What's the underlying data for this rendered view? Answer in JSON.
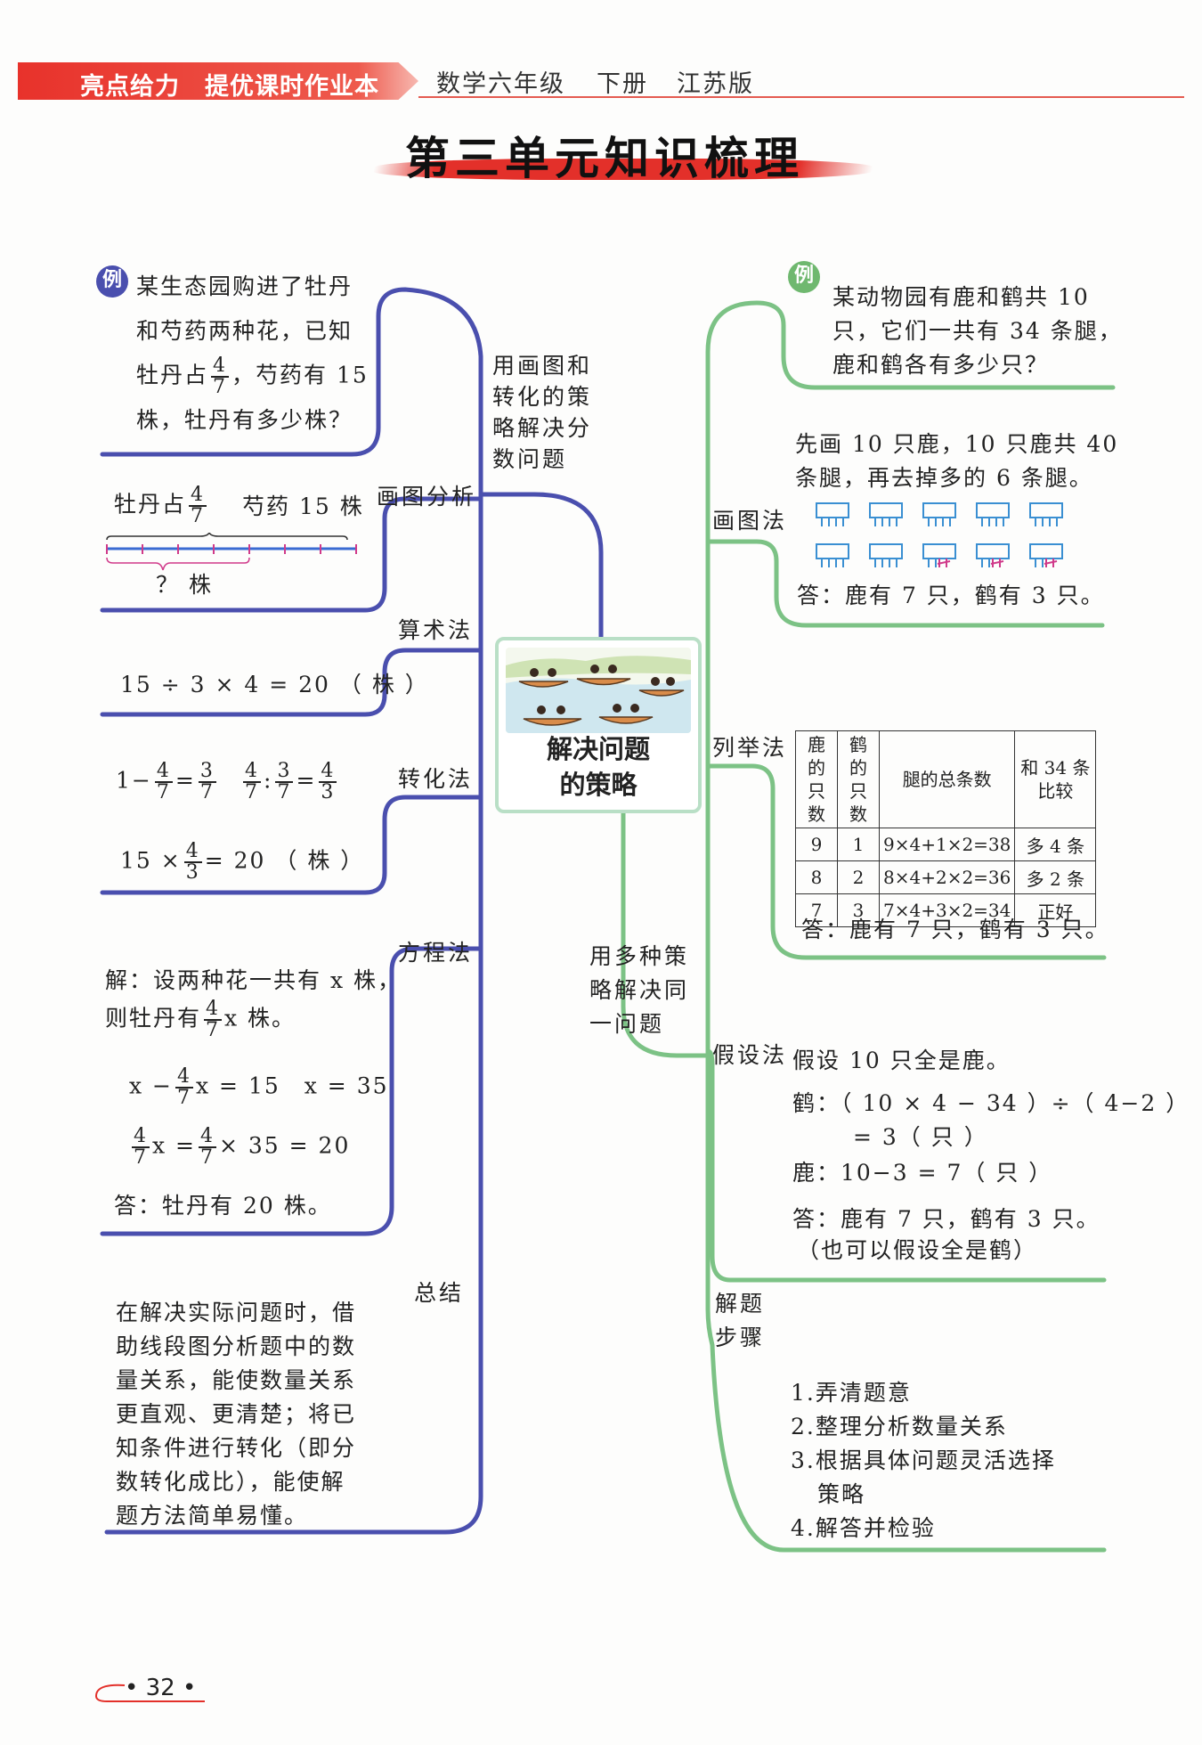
{
  "header": {
    "brand": "亮点给力",
    "series": "提优课时作业本",
    "subject": "数学六年级",
    "volume": "下册",
    "edition": "江苏版"
  },
  "title": "第三单元知识梳理",
  "center": {
    "title_line1": "解决问题",
    "title_line2": "的策略"
  },
  "colors": {
    "left_branch": "#4a4fae",
    "right_branch": "#7cc285",
    "header_red": "#e8322b"
  },
  "left": {
    "branch_label": [
      "用画图和",
      "转化的策",
      "略解决分",
      "数问题"
    ],
    "example": {
      "badge": "例",
      "lines": [
        "某生态园购进了牡丹",
        "和芍药两种花，已知",
        "，芍药有 15",
        "株，牡丹有多少株？"
      ],
      "line3_prefix": "牡丹占",
      "fraction": {
        "num": "4",
        "den": "7"
      }
    },
    "drawing": {
      "label": "画图分析",
      "peony": "牡丹占",
      "peony_frac": {
        "num": "4",
        "den": "7"
      },
      "herb": "芍药 15 株",
      "question": "？ 株"
    },
    "arithmetic": {
      "label": "算术法",
      "formula": "15 ÷ 3 × 4 = 20 （ 株 ）"
    },
    "conversion": {
      "label": "转化法",
      "f1": "1−",
      "f1_frac": {
        "num": "4",
        "den": "7"
      },
      "f1_eq": "=",
      "f1_res": {
        "num": "3",
        "den": "7"
      },
      "f2_a": {
        "num": "4",
        "den": "7"
      },
      "f2_colon": ":",
      "f2_b": {
        "num": "3",
        "den": "7"
      },
      "f2_eq": "=",
      "f2_res": {
        "num": "4",
        "den": "3"
      },
      "f3_pre": "15 ×",
      "f3_frac": {
        "num": "4",
        "den": "3"
      },
      "f3_post": "= 20 （ 株 ）"
    },
    "equation": {
      "label": "方程法",
      "line1": "解：设两种花一共有 x 株，",
      "line2_pre": "则牡丹有",
      "line2_frac": {
        "num": "4",
        "den": "7"
      },
      "line2_post": "x 株。",
      "eq1_pre": "x −",
      "eq1_frac": {
        "num": "4",
        "den": "7"
      },
      "eq1_post": "x = 15　x = 35",
      "eq2_frac1": {
        "num": "4",
        "den": "7"
      },
      "eq2_mid": "x =",
      "eq2_frac2": {
        "num": "4",
        "den": "7"
      },
      "eq2_post": "× 35 = 20",
      "answer": "答：牡丹有 20 株。"
    },
    "summary": {
      "label": "总结",
      "lines": [
        "在解决实际问题时，借",
        "助线段图分析题中的数",
        "量关系，能使数量关系",
        "更直观、更清楚；将已",
        "知条件进行转化（即分",
        "数转化成比），能使解",
        "题方法简单易懂。"
      ]
    }
  },
  "right": {
    "branch_label": [
      "用多种策",
      "略解决同",
      "一问题"
    ],
    "example": {
      "badge": "例",
      "lines": [
        "某动物园有鹿和鹤共 10",
        "只，它们一共有 34 条腿，",
        "鹿和鹤各有多少只？"
      ]
    },
    "drawing": {
      "label": "画图法",
      "lines": [
        "先画 10 只鹿，10 只鹿共 40",
        "条腿，再去掉多的 6 条腿。"
      ],
      "answer": "答：鹿有 7 只，鹤有 3 只。"
    },
    "listing": {
      "label": "列举法",
      "headers": [
        "鹿的只数",
        "鹤的只数",
        "腿的总条数",
        "和 34 条比较"
      ],
      "header_lines": [
        [
          "鹿的",
          "只数"
        ],
        [
          "鹤的",
          "只数"
        ],
        [
          "腿的总条数"
        ],
        [
          "和 34 条",
          "比较"
        ]
      ],
      "rows": [
        [
          "9",
          "1",
          "9×4+1×2=38",
          "多 4 条"
        ],
        [
          "8",
          "2",
          "8×4+2×2=36",
          "多 2 条"
        ],
        [
          "7",
          "3",
          "7×4+3×2=34",
          "正好"
        ]
      ],
      "answer": "答：鹿有 7 只，鹤有 3 只。"
    },
    "assumption": {
      "label": "假设法",
      "lines": [
        "假设 10 只全是鹿。",
        "鹤：（ 10 × 4 − 34 ）÷（ 4−2 ）",
        "= 3（ 只 ）",
        "鹿：10−3 = 7（ 只 ）",
        "答：鹿有 7 只，鹤有 3 只。",
        "（也可以假设全是鹤）"
      ]
    },
    "steps": {
      "label_line1": "解题",
      "label_line2": "步骤",
      "items": [
        "1.弄清题意",
        "2.整理分析数量关系",
        "3.根据具体问题灵活选择",
        "策略",
        "4.解答并检验"
      ]
    }
  },
  "page_number": "• 32 •"
}
